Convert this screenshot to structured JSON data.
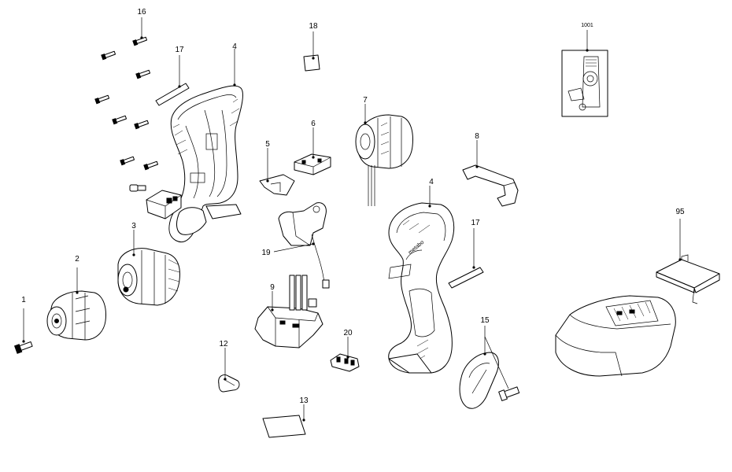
{
  "diagram": {
    "parts": [
      {
        "id": "1",
        "label": "1"
      },
      {
        "id": "2",
        "label": "2"
      },
      {
        "id": "3",
        "label": "3"
      },
      {
        "id": "4a",
        "label": "4"
      },
      {
        "id": "4b",
        "label": "4"
      },
      {
        "id": "5",
        "label": "5"
      },
      {
        "id": "6",
        "label": "6"
      },
      {
        "id": "7",
        "label": "7"
      },
      {
        "id": "8",
        "label": "8"
      },
      {
        "id": "9",
        "label": "9"
      },
      {
        "id": "12",
        "label": "12"
      },
      {
        "id": "13",
        "label": "13"
      },
      {
        "id": "15",
        "label": "15"
      },
      {
        "id": "16",
        "label": "16"
      },
      {
        "id": "17a",
        "label": "17"
      },
      {
        "id": "17b",
        "label": "17"
      },
      {
        "id": "18",
        "label": "18"
      },
      {
        "id": "19",
        "label": "19"
      },
      {
        "id": "20",
        "label": "20"
      },
      {
        "id": "95",
        "label": "95"
      },
      {
        "id": "1001",
        "label": "1001"
      }
    ],
    "brand_text": "metabo"
  }
}
